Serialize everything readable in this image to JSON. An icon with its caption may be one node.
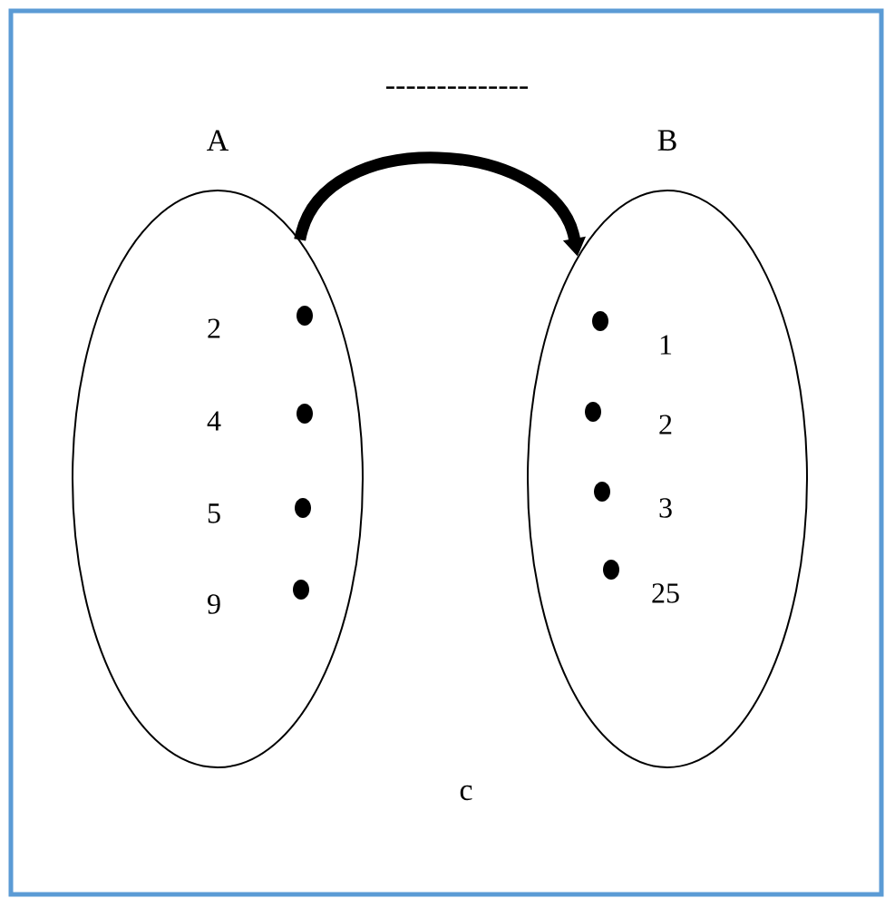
{
  "diagram": {
    "nodes": [
      {
        "text": [
          "A"
        ]
      },
      {
        "text": [
          "B"
        ]
      }
    ],
    "edges": [
      {
        "from": 0,
        "to": 1,
        "arrow": "to"
      }
    ],
    "labels": [
      "--------------",
      "2",
      "4",
      "5",
      "9",
      "1",
      "2",
      "3",
      "25",
      "c"
    ]
  }
}
